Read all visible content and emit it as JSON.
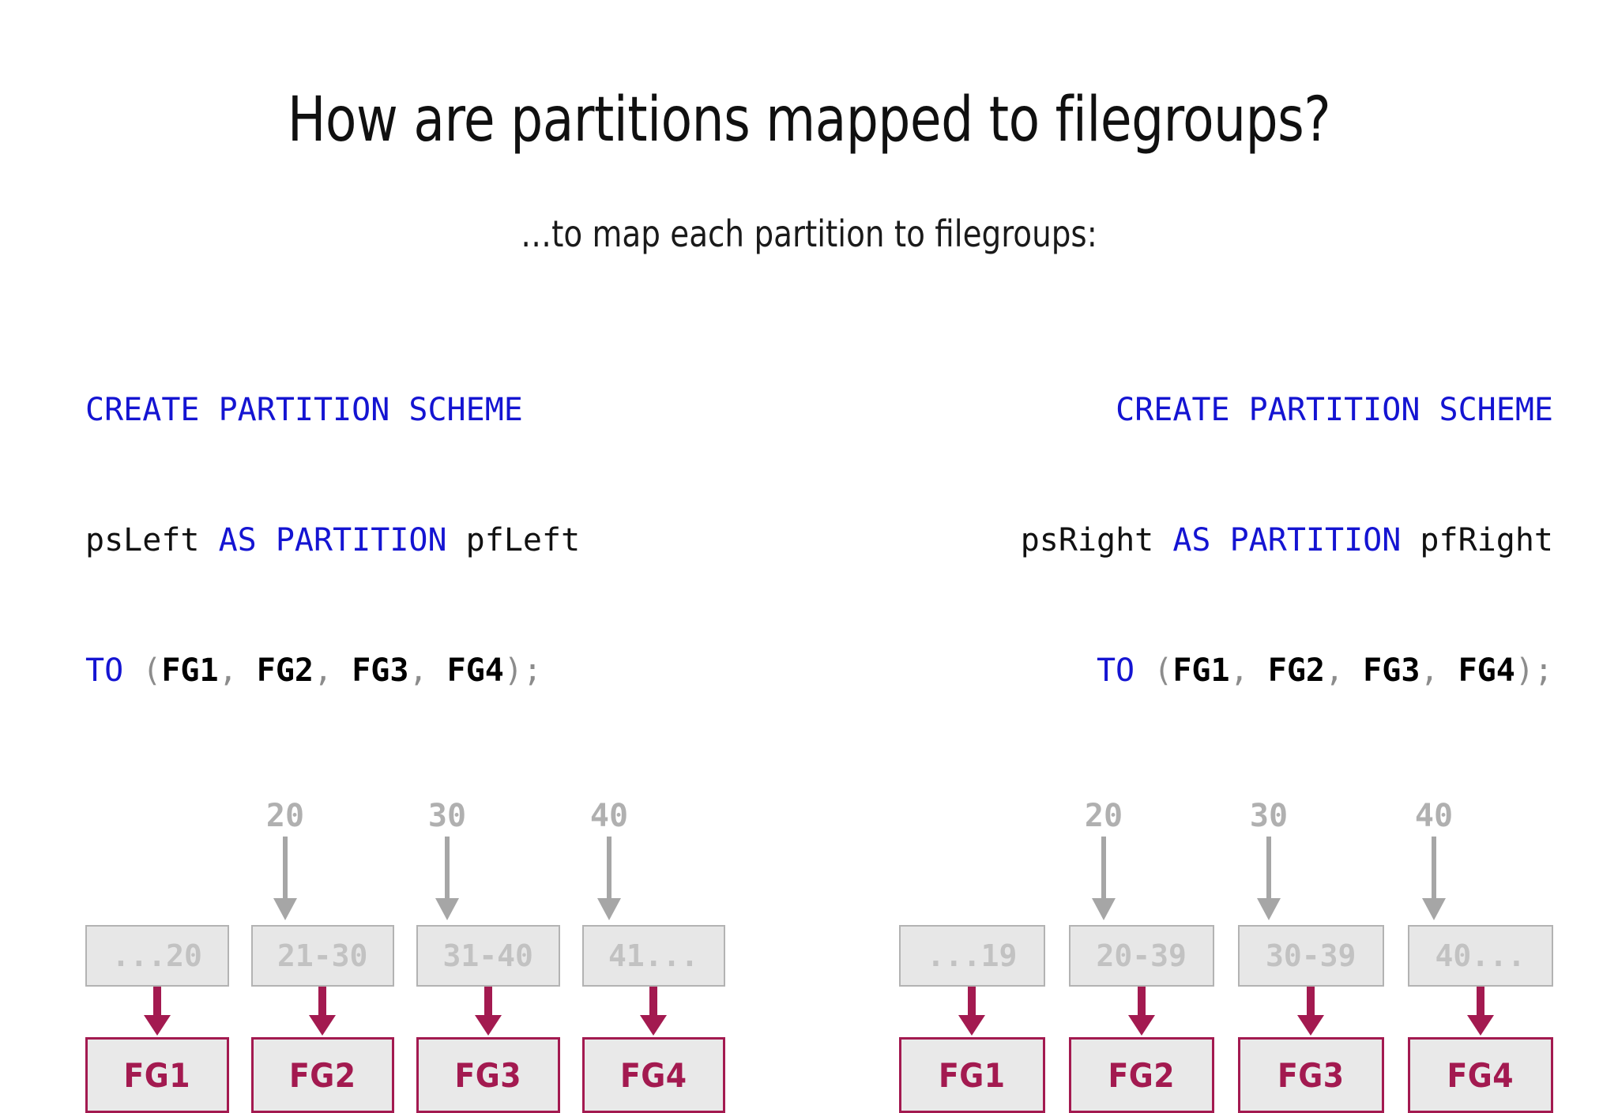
{
  "slide": {
    "title": "How are partitions mapped to filegroups?",
    "subtitle": "…to map each partition to filegroups:"
  },
  "colors": {
    "keyword_blue": "#1414D2",
    "crimson": "#A31A50",
    "box_fill": "#E7E7E7",
    "box_border_gray": "#B3B3B3",
    "box_text_gray": "#C2C2C2",
    "marker_gray": "#A6A6A6",
    "background": "#FFFFFF"
  },
  "columns": [
    {
      "id": "left",
      "align": "left",
      "code": {
        "line1_keyword": "CREATE PARTITION SCHEME",
        "line2_name": "psLeft",
        "line2_keyword": " AS PARTITION ",
        "line2_function": "pfLeft",
        "line3_keyword": "TO",
        "line3_open": " (",
        "line3_fg": [
          "FG1",
          "FG2",
          "FG3",
          "FG4"
        ],
        "line3_sep": ", ",
        "line3_close": ");"
      },
      "boundaries": [
        {
          "label": "20",
          "position_index": 0
        },
        {
          "label": "30",
          "position_index": 1
        },
        {
          "label": "40",
          "position_index": 2
        }
      ],
      "partitions": [
        "...20",
        "21-30",
        "31-40",
        "41..."
      ],
      "filegroups": [
        "FG1",
        "FG2",
        "FG3",
        "FG4"
      ]
    },
    {
      "id": "right",
      "align": "right",
      "code": {
        "line1_keyword": "CREATE PARTITION SCHEME",
        "line2_name": "psRight",
        "line2_keyword": " AS PARTITION ",
        "line2_function": "pfRight",
        "line3_keyword": "TO",
        "line3_open": " (",
        "line3_fg": [
          "FG1",
          "FG2",
          "FG3",
          "FG4"
        ],
        "line3_sep": ", ",
        "line3_close": ");"
      },
      "boundaries": [
        {
          "label": "20",
          "position_index": 0
        },
        {
          "label": "30",
          "position_index": 1
        },
        {
          "label": "40",
          "position_index": 2
        }
      ],
      "partitions": [
        "...19",
        "20-39",
        "30-39",
        "40..."
      ],
      "filegroups": [
        "FG1",
        "FG2",
        "FG3",
        "FG4"
      ]
    }
  ]
}
